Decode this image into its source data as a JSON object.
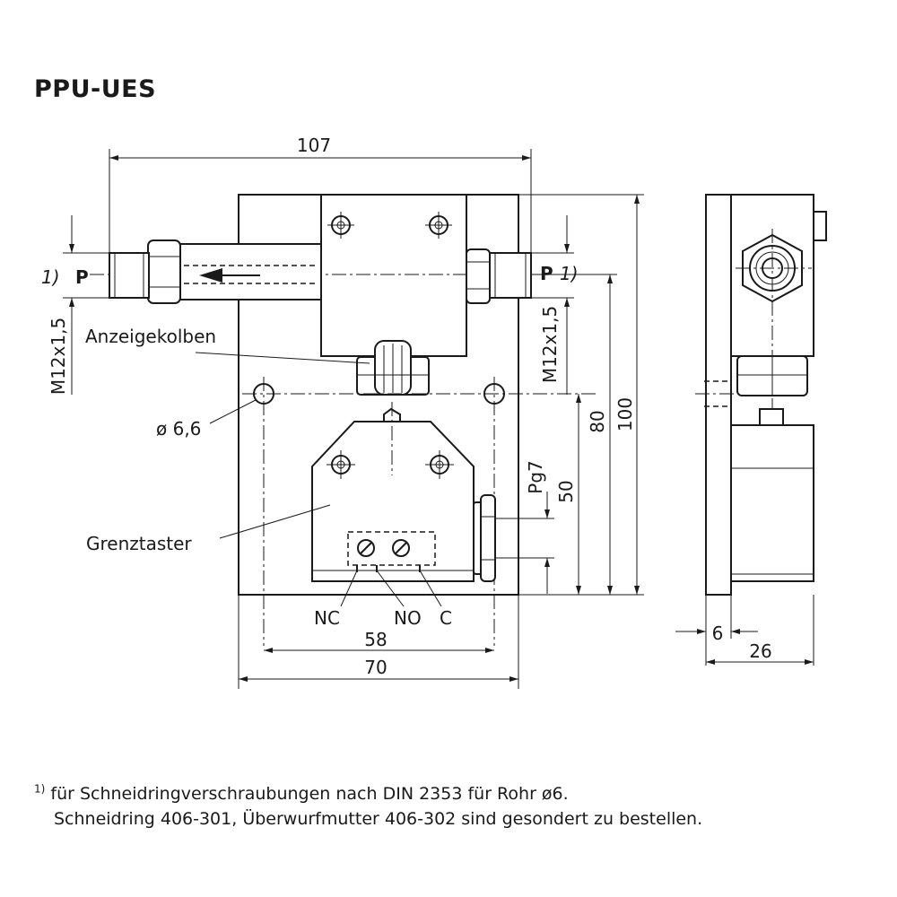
{
  "title": "PPU-UES",
  "dimensions": {
    "width_total": "107",
    "height_total": "100",
    "height_80": "80",
    "height_50": "50",
    "hole_spacing": "58",
    "base_width": "70",
    "side_thickness": "6",
    "side_width": "26",
    "thread_left": "M12x1,5",
    "thread_right": "M12x1,5",
    "cable_gland": "Pg7",
    "hole_diameter": "ø 6,6"
  },
  "labels": {
    "port_left": "P",
    "port_right": "P",
    "footnote_ref_left": "1)",
    "footnote_ref_right": "1)",
    "indicator_piston": "Anzeigekolben",
    "limit_switch": "Grenztaster",
    "terminal_nc": "NC",
    "terminal_no": "NO",
    "terminal_c": "C"
  },
  "footnote": {
    "marker": "1)",
    "line1": "für Schneidringverschraubungen nach DIN 2353 für Rohr ø6.",
    "line2": "Schneidring 406-301, Überwurfmutter 406-302 sind gesondert zu bestellen."
  }
}
